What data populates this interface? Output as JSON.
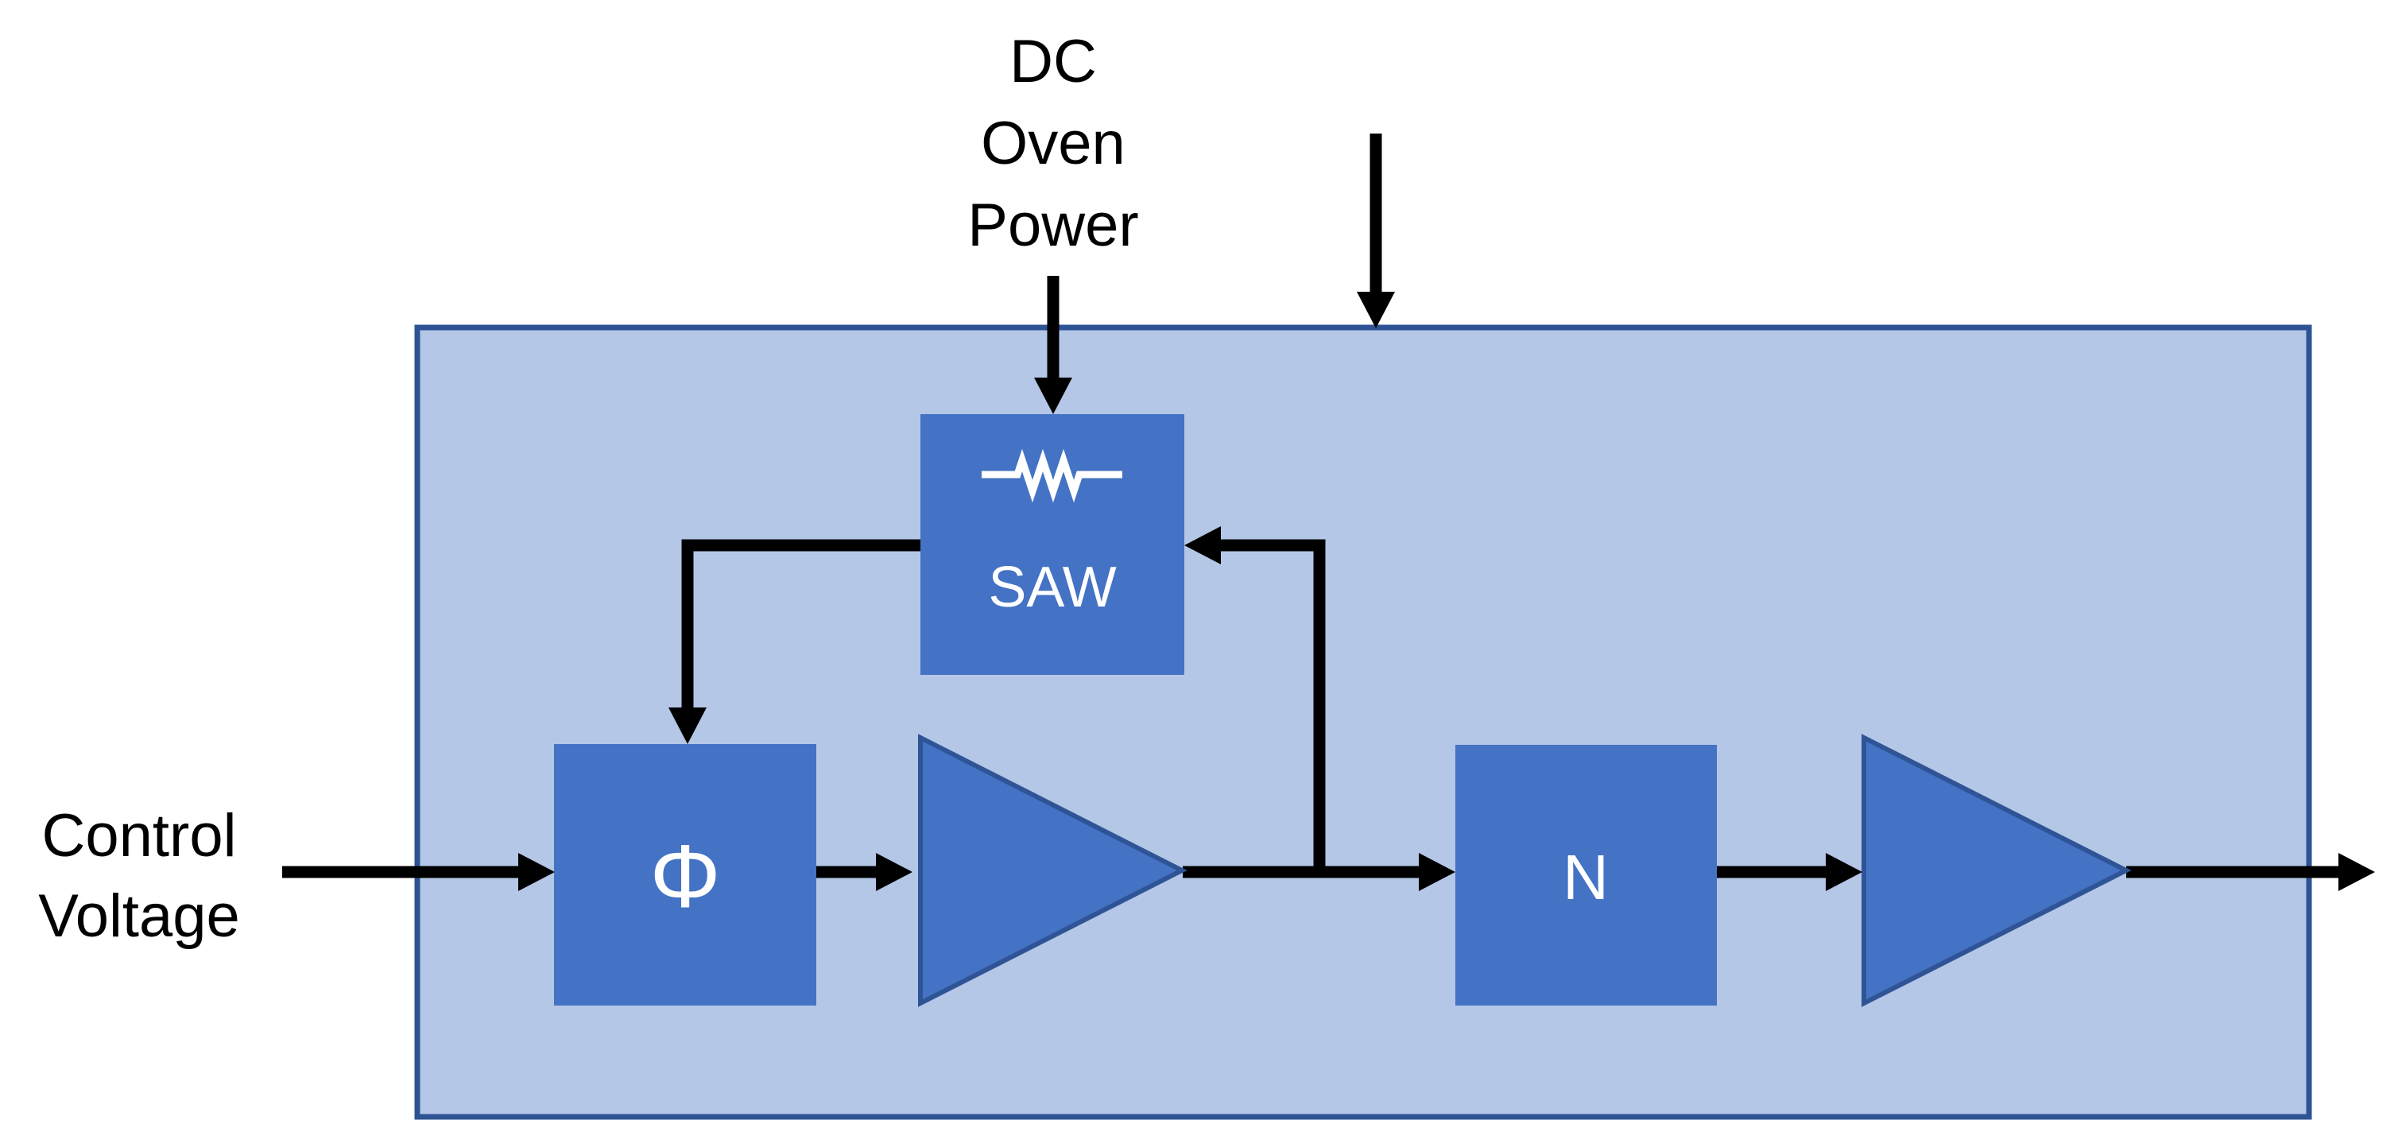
{
  "diagram": {
    "type": "block-diagram",
    "description": "SAW oscillator / PLL block diagram with oven power input, phase detector, amplifiers and divider",
    "labels": {
      "dc_oven_power": [
        "DC",
        "Oven",
        "Power"
      ],
      "control_voltage": [
        "Control",
        "Voltage"
      ]
    },
    "blocks": {
      "saw": "SAW",
      "phase_detector": "Φ",
      "divider": "N"
    },
    "icons": {
      "resistor": "resistor-zigzag-icon",
      "amplifier": "amplifier-triangle-icon",
      "arrow": "black-arrow"
    },
    "colors": {
      "background": "#ffffff",
      "container_fill": "#b4c7e7",
      "container_border": "#2e5395",
      "block_fill": "#4472c4",
      "triangle_stroke": "#2f5496",
      "arrow_black": "#000000",
      "text_black": "#000000",
      "text_white": "#ffffff"
    }
  }
}
